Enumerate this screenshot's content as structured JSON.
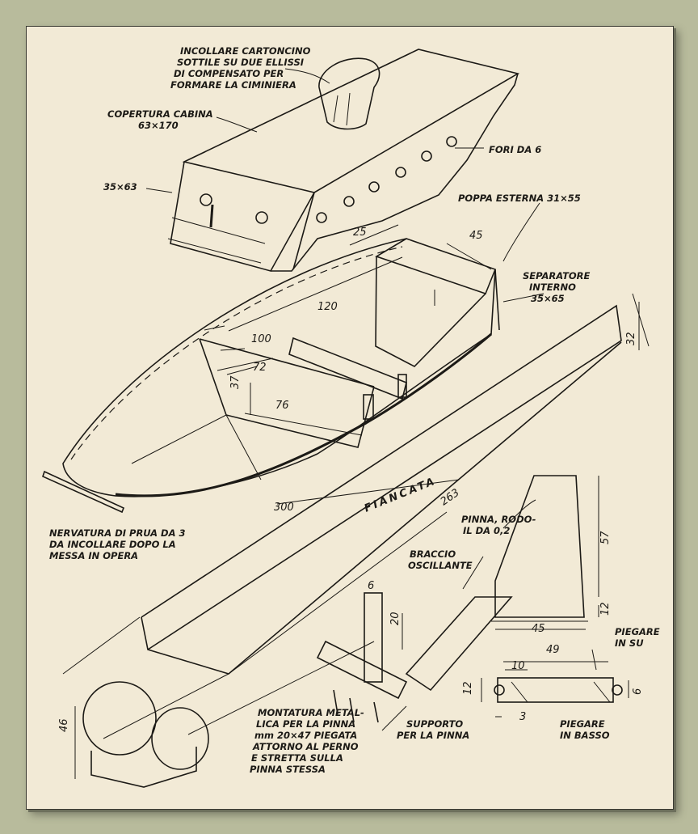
{
  "labels": {
    "ciminiera_1": "INCOLLARE CARTONCINO",
    "ciminiera_2": "SOTTILE SU DUE ELLISSI",
    "ciminiera_3": "DI COMPENSATO PER",
    "ciminiera_4": "FORMARE LA CIMINIERA",
    "copertura_1": "COPERTURA CABINA",
    "copertura_2": "63×170",
    "dim_35x63": "35×63",
    "fori": "FORI DA 6",
    "poppa": "POPPA ESTERNA 31×55",
    "separatore_1": "SEPARATORE",
    "separatore_2": "INTERNO",
    "separatore_3": "35×65",
    "fiancata": "FIANCATA",
    "nervatura_1": "NERVATURA DI PRUA DA 3",
    "nervatura_2": "DA INCOLLARE DOPO LA",
    "nervatura_3": "MESSA IN OPERA",
    "pinna_1": "PINNA, RODO-",
    "pinna_2": "IL DA 0,2",
    "braccio_1": "BRACCIO",
    "braccio_2": "OSCILLANTE",
    "montatura_1": "MONTATURA METAL-",
    "montatura_2": "LICA PER LA PINNA",
    "montatura_3": "mm 20×47 PIEGATA",
    "montatura_4": "ATTORNO AL PERNO",
    "montatura_5": "E STRETTA SULLA",
    "montatura_6": "PINNA STESSA",
    "supporto_1": "SUPPORTO",
    "supporto_2": "PER LA PINNA",
    "piegare_su_1": "PIEGARE",
    "piegare_su_2": "IN SU",
    "piegare_basso_1": "PIEGARE",
    "piegare_basso_2": "IN BASSO"
  },
  "dimensions": {
    "d25": "25",
    "d45": "45",
    "d120": "120",
    "d100": "100",
    "d72": "72",
    "d37": "37",
    "d76": "76",
    "d300": "300",
    "d32": "32",
    "d263": "263",
    "d57": "57",
    "d12": "12",
    "d45b": "45",
    "d6": "6",
    "d20": "20",
    "d49": "49",
    "d10": "10",
    "d12b": "12",
    "d6b": "6",
    "d3": "3",
    "d46": "46"
  }
}
